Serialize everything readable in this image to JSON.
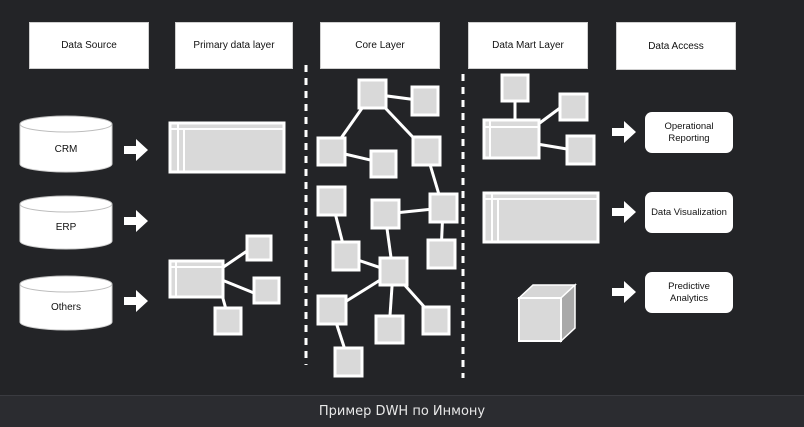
{
  "headers": {
    "data_source": "Data Source",
    "primary": "Primary data layer",
    "core": "Core Layer",
    "mart": "Data Mart Layer",
    "access": "Data Access"
  },
  "sources": [
    "CRM",
    "ERP",
    "Others"
  ],
  "access_items": {
    "operational": [
      "Operational",
      "Reporting"
    ],
    "visualization": "Data Visualization",
    "predictive": [
      "Predictive",
      "Analytics"
    ]
  },
  "caption": "Пример DWH по Инмону",
  "colors": {
    "background": "#232427",
    "box_fill": "#d9d9d9",
    "outline": "#ffffff"
  }
}
